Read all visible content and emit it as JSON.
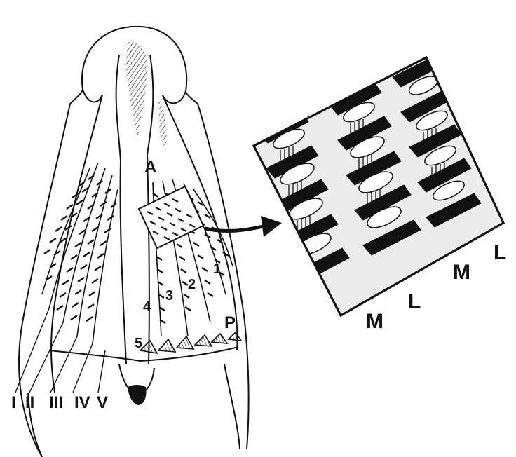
{
  "figure": {
    "label_anterior": "A",
    "label_posterior": "P",
    "row_numbers": [
      "1",
      "2",
      "3",
      "4",
      "5"
    ],
    "roman_numerals": [
      "I",
      "II",
      "III",
      "IV",
      "V"
    ],
    "inset_labels": {
      "m_lower": "M",
      "l_lower": "L",
      "m_upper": "M",
      "l_upper": "L"
    }
  }
}
